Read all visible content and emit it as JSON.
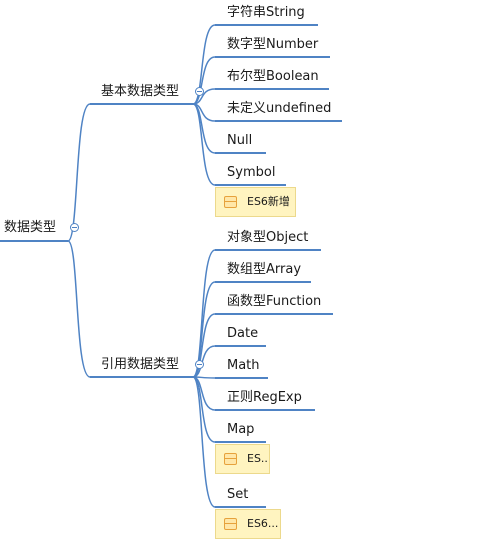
{
  "root": {
    "label": "数据类型"
  },
  "branches": [
    {
      "label": "基本数据类型",
      "children": [
        {
          "label": "字符串String"
        },
        {
          "label": "数字型Number"
        },
        {
          "label": "布尔型Boolean"
        },
        {
          "label": "未定义undefined"
        },
        {
          "label": "Null"
        },
        {
          "label": "Symbol",
          "note": "ES6新增"
        }
      ]
    },
    {
      "label": "引用数据类型",
      "children": [
        {
          "label": "对象型Object"
        },
        {
          "label": "数组型Array"
        },
        {
          "label": "函数型Function"
        },
        {
          "label": "Date"
        },
        {
          "label": "Math"
        },
        {
          "label": "正则RegExp"
        },
        {
          "label": "Map",
          "note": "ES.."
        },
        {
          "label": "Set",
          "note": "ES6..."
        }
      ]
    }
  ],
  "colors": {
    "line": "#4f83c4",
    "note_bg": "#fff4c0"
  }
}
